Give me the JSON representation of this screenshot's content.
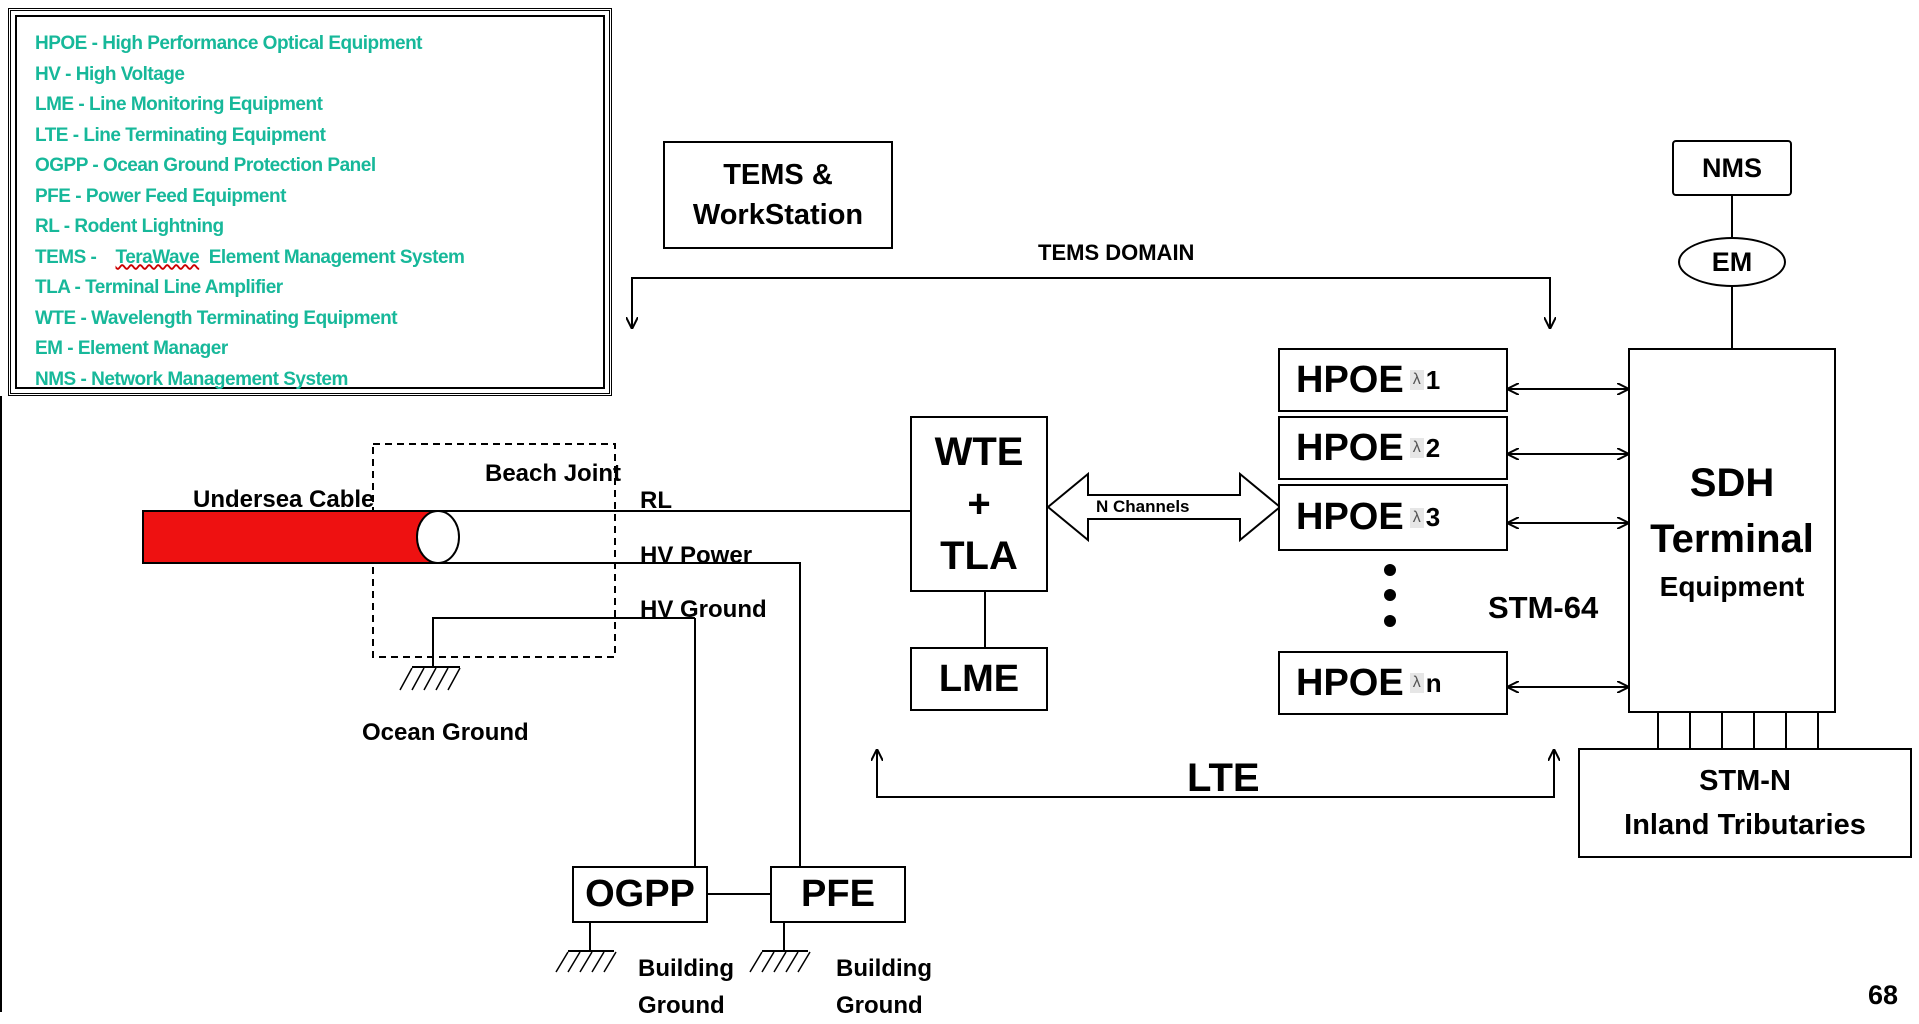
{
  "legend": [
    "HPOE - High Performance Optical Equipment",
    "HV - High Voltage",
    "LME - Line Monitoring Equipment",
    "LTE - Line Terminating Equipment",
    "OGPP - Ocean Ground Protection Panel",
    "PFE - Power Feed Equipment",
    "RL - Rodent Lightning",
    "TEMS -",
    "TLA - Terminal Line Amplifier",
    "WTE - Wavelength Terminating Equipment",
    "EM - Element Manager",
    "NMS - Network Management System"
  ],
  "legend_tems_word": "TeraWave",
  "legend_tems_rest": "Element Management System",
  "boxes": {
    "tems_line1": "TEMS &",
    "tems_line2": "WorkStation",
    "nms": "NMS",
    "em": "EM",
    "wte": "WTE",
    "plus": "+",
    "tla": "TLA",
    "lme": "LME",
    "hpoe": "HPOE",
    "lambda": "λ",
    "sub1": "1",
    "sub2": "2",
    "sub3": "3",
    "subn": "n",
    "sdh1": "SDH",
    "sdh2": "Terminal",
    "sdh3": "Equipment",
    "stmn1": "STM-N",
    "stmn2": "Inland Tributaries",
    "ogpp": "OGPP",
    "pfe": "PFE"
  },
  "labels": {
    "tems_domain": "TEMS DOMAIN",
    "n_channels": "N Channels",
    "beach_joint": "Beach Joint",
    "undersea_cable": "Undersea Cable",
    "rl": "RL",
    "hv_power": "HV Power",
    "hv_ground": "HV Ground",
    "ocean_ground": "Ocean Ground",
    "stm64": "STM-64",
    "lte": "LTE",
    "building": "Building",
    "ground": "Ground",
    "page_number": "68"
  },
  "colors": {
    "legend_text": "#17b89a",
    "cable_fill": "#ee1111"
  }
}
